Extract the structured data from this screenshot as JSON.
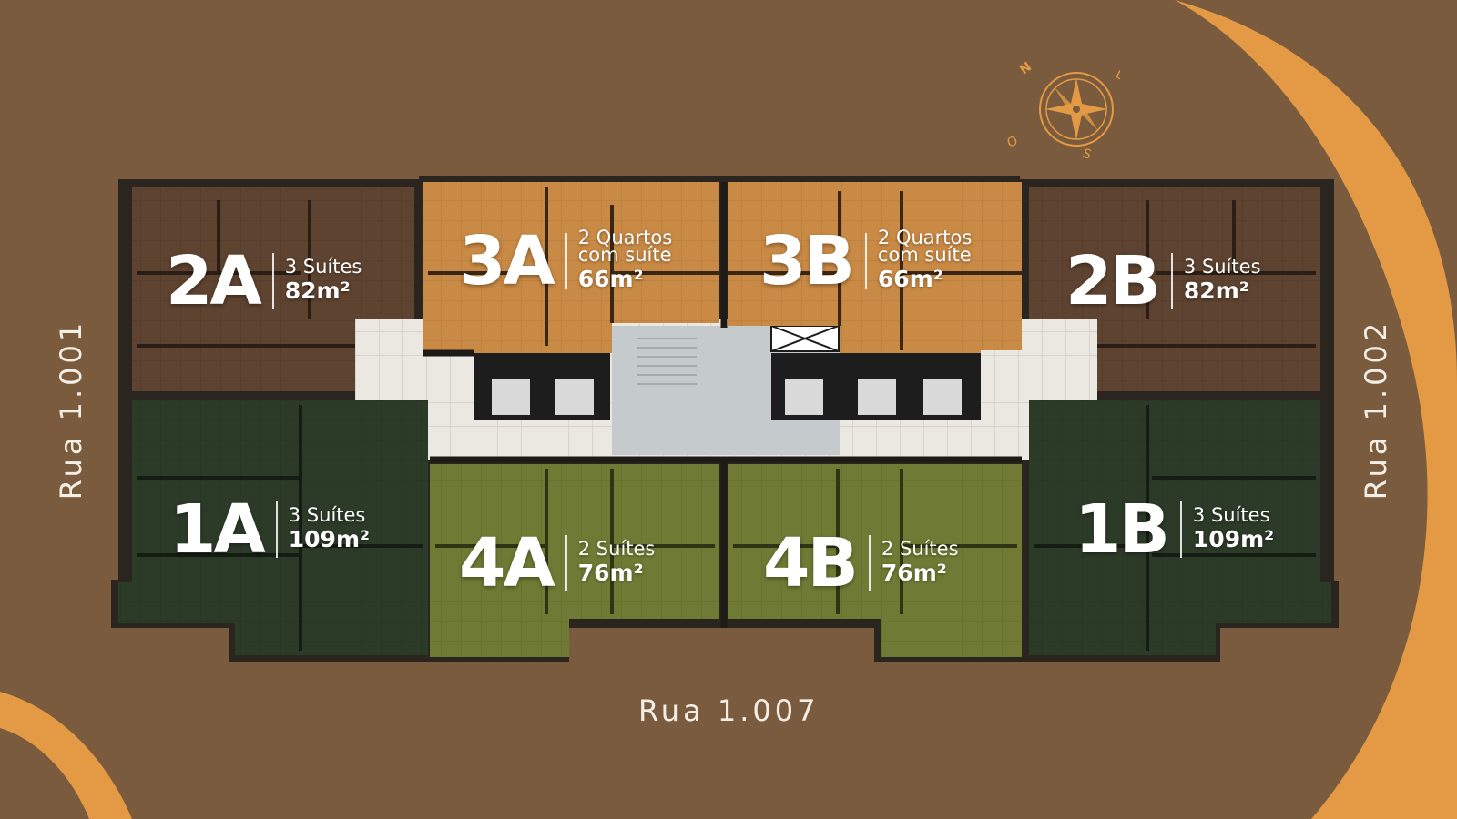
{
  "colors": {
    "background": "#7b5b3d",
    "accent_orange": "#e49a44",
    "unit_brown": "#5e4330",
    "unit_orange": "#c98a45",
    "unit_dark_green": "#2c3a28",
    "unit_olive": "#6f7a34",
    "common_area": "#e9e6e0",
    "stairs": "#b9bfc3",
    "text": "#ffffff"
  },
  "streets": {
    "left": "Rua 1.001",
    "right": "Rua 1.002",
    "bottom": "Rua 1.007"
  },
  "compass": {
    "north": "N",
    "east": "L",
    "south": "S",
    "west": "O",
    "icon": "compass-rose-icon"
  },
  "units": [
    {
      "code": "2A",
      "type": "3 Suítes",
      "area": "82m²"
    },
    {
      "code": "3A",
      "type": "2 Quartos com suíte",
      "area": "66m²"
    },
    {
      "code": "3B",
      "type": "2 Quartos com suíte",
      "area": "66m²"
    },
    {
      "code": "2B",
      "type": "3 Suítes",
      "area": "82m²"
    },
    {
      "code": "1A",
      "type": "3 Suítes",
      "area": "109m²"
    },
    {
      "code": "4A",
      "type": "2 Suítes",
      "area": "76m²"
    },
    {
      "code": "4B",
      "type": "2 Suítes",
      "area": "76m²"
    },
    {
      "code": "1B",
      "type": "3 Suítes",
      "area": "109m²"
    }
  ]
}
